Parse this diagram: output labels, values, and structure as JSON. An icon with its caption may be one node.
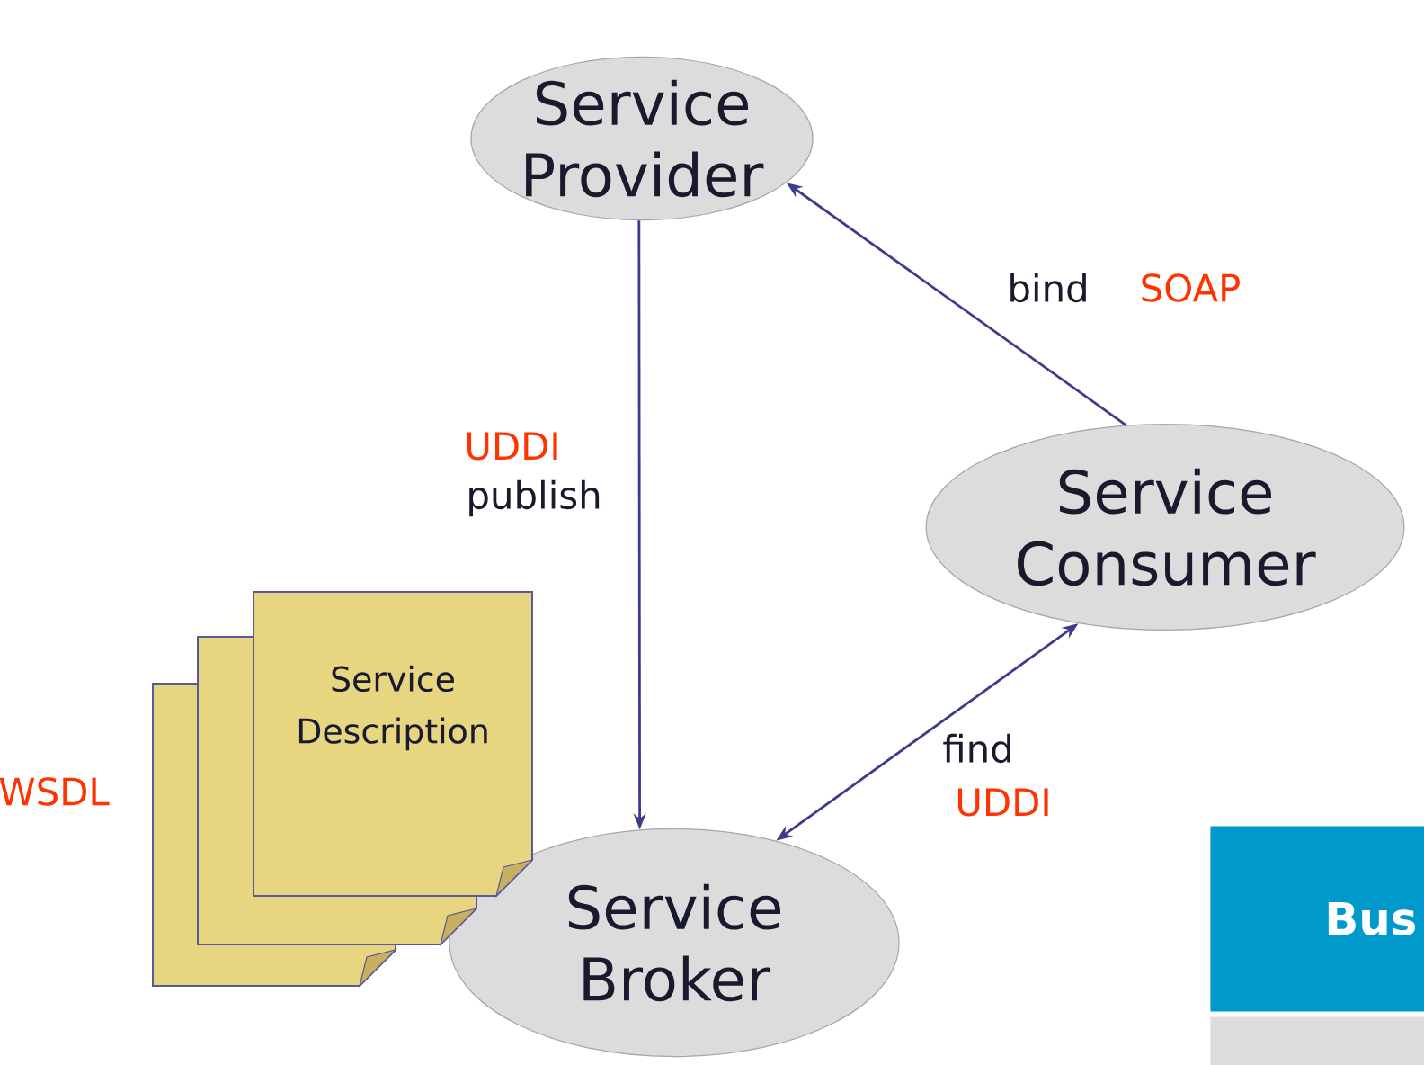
{
  "diagram": {
    "nodes": [
      {
        "text": [
          "Service Provider"
        ]
      },
      {
        "text": [
          "Service Consumer"
        ]
      },
      {
        "text": [],
        "shape": "box"
      },
      {
        "text": [],
        "shape": "box"
      },
      {
        "text": [
          "Service Description"
        ]
      },
      {
        "text": [
          "Service Broker"
        ]
      },
      {
        "text": [
          "Bus"
        ]
      },
      {
        "text": [],
        "shape": "box"
      }
    ],
    "edges": [
      {
        "from": 0,
        "to": 5,
        "arrow": "to",
        "label": "publish"
      },
      {
        "from": 1,
        "to": 0,
        "arrow": "to",
        "label": "bind"
      },
      {
        "from": 1,
        "to": 5,
        "arrow": "both",
        "label": "find"
      }
    ],
    "labels": [
      "SOAP",
      "UDDI",
      "WSDL",
      "UDDI"
    ]
  }
}
